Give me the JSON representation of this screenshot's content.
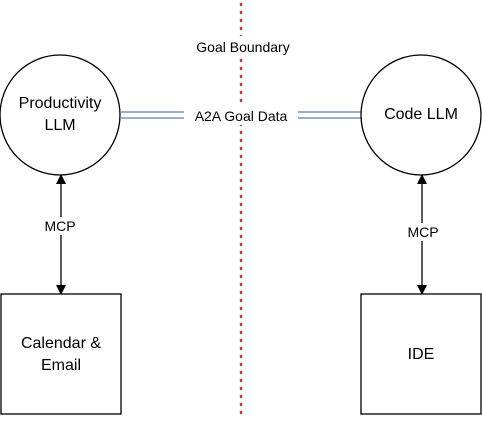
{
  "diagram": {
    "boundary": {
      "label": "Goal Boundary",
      "color": "#cc3333"
    },
    "nodes": {
      "productivity_llm": {
        "lines": [
          "Productivity",
          "LLM"
        ],
        "shape": "circle"
      },
      "code_llm": {
        "lines": [
          "Code LLM"
        ],
        "shape": "circle"
      },
      "calendar_email": {
        "lines": [
          "Calendar &",
          "Email"
        ],
        "shape": "rectangle"
      },
      "ide": {
        "lines": [
          "IDE"
        ],
        "shape": "rectangle"
      }
    },
    "edges": {
      "a2a": {
        "label": "A2A Goal Data",
        "style": "double-line",
        "color": "#5f7fa6"
      },
      "mcp_left": {
        "label": "MCP",
        "style": "bidirectional-arrow"
      },
      "mcp_right": {
        "label": "MCP",
        "style": "bidirectional-arrow"
      }
    }
  }
}
